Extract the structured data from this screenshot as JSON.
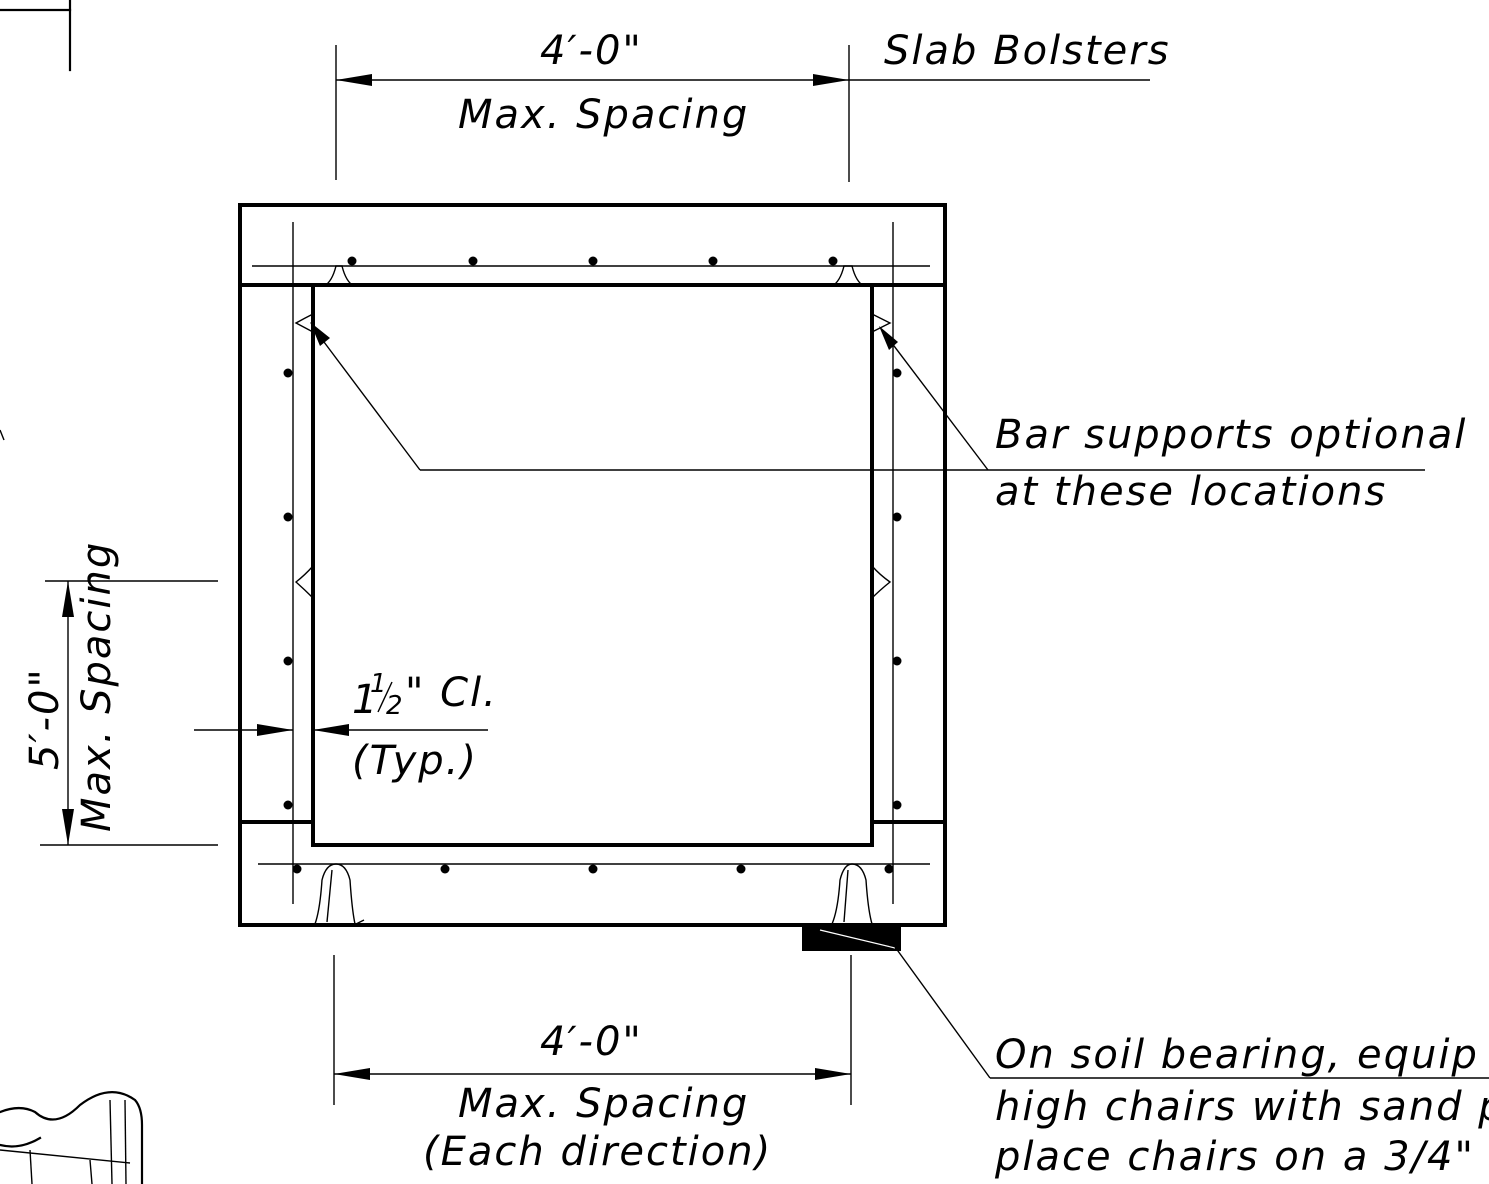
{
  "labels": {
    "top_dim_value": "4′-0\"",
    "top_dim_caption": "Max. Spacing",
    "slab_bolsters": "Slab Bolsters",
    "bar_supports_line1": "Bar supports optional",
    "bar_supports_line2": "at these locations",
    "side_dim_value": "5′-0\"",
    "side_dim_caption": "Max. Spacing",
    "clear_cover_whole": "1",
    "clear_cover_num": "1",
    "clear_cover_den": "2",
    "clear_cover_suffix": "\" Cl.",
    "clear_cover_typ": "(Typ.)",
    "bottom_dim_value": "4′-0\"",
    "bottom_dim_caption1": "Max. Spacing",
    "bottom_dim_caption2": "(Each direction)",
    "soil_note_line1": "On soil bearing, equip in",
    "soil_note_line2": "high chairs with sand pl",
    "soil_note_line3": "place chairs on a 3/4\""
  }
}
